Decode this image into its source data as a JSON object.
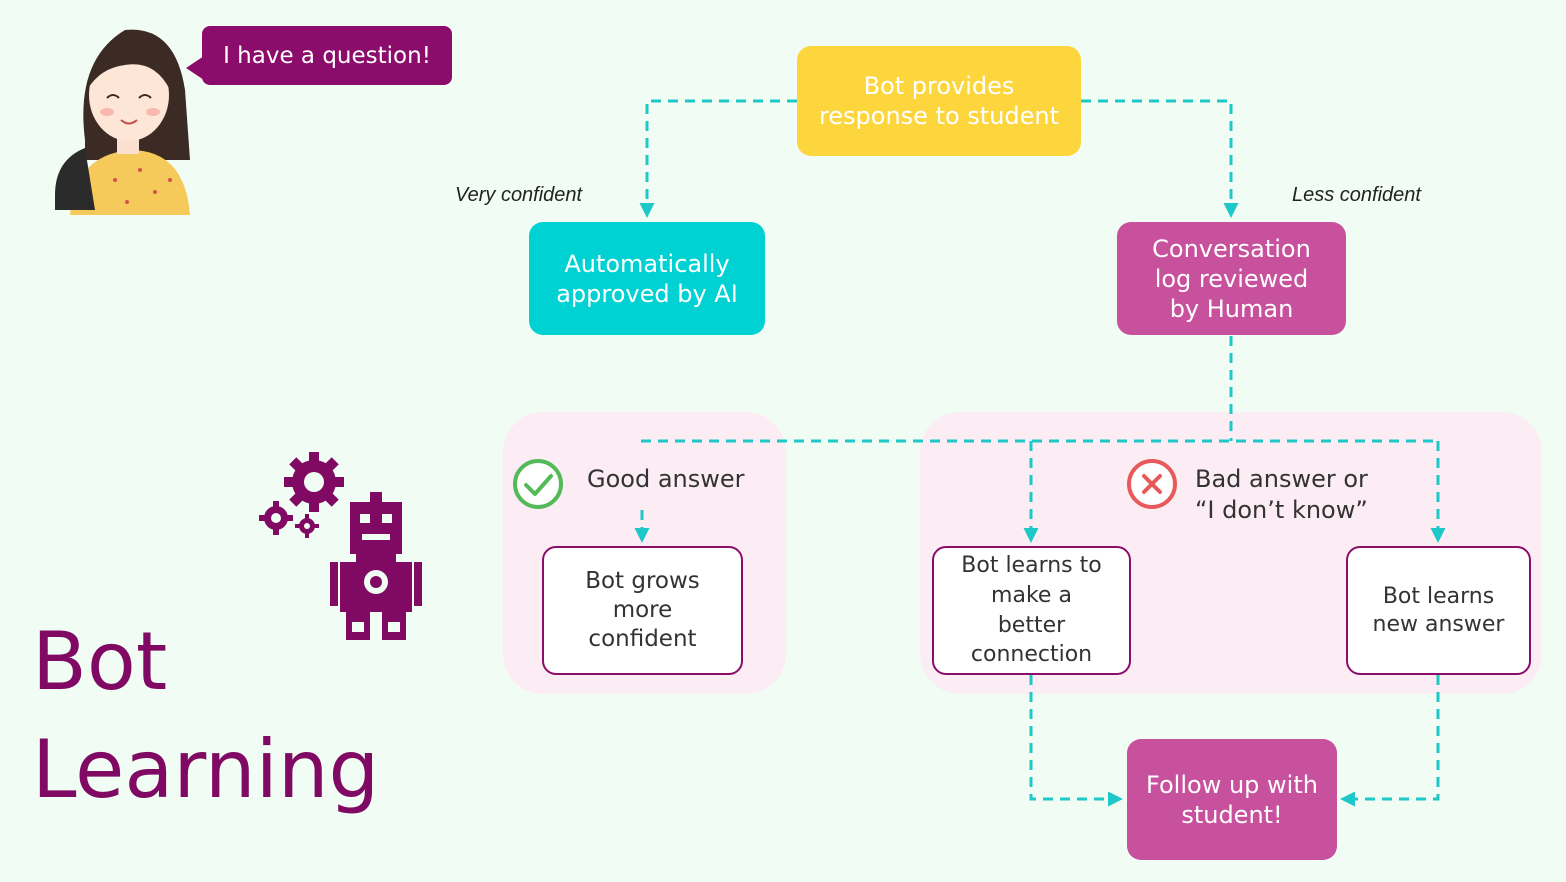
{
  "title": {
    "line1": "Bot",
    "line2": "Learning"
  },
  "speech_bubble": "I have a question!",
  "nodes": {
    "bot_provides": "Bot  provides response to student",
    "auto_approved": "Automatically approved by AI",
    "human_review": "Conversation log reviewed by Human",
    "grows_confident": "Bot grows more confident",
    "better_connection": "Bot learns to make a better connection",
    "new_answer": "Bot learns new answer",
    "follow_up": "Follow up with student!"
  },
  "labels": {
    "very_confident": "Very confident",
    "less_confident": "Less confident",
    "good_answer": "Good answer",
    "bad_answer_line1": "Bad answer or",
    "bad_answer_line2": "“I don’t know”"
  },
  "icons": {
    "check": "check-circle-icon",
    "cross": "x-circle-icon",
    "robot": "robot-icon",
    "gears": "gears-icon",
    "student": "student-avatar"
  },
  "colors": {
    "yellow": "#fdd63e",
    "cyan": "#00d2d3",
    "magenta": "#c8519e",
    "plum": "#800a63",
    "connector": "#1ec8c8",
    "panel": "#fcedf5"
  }
}
